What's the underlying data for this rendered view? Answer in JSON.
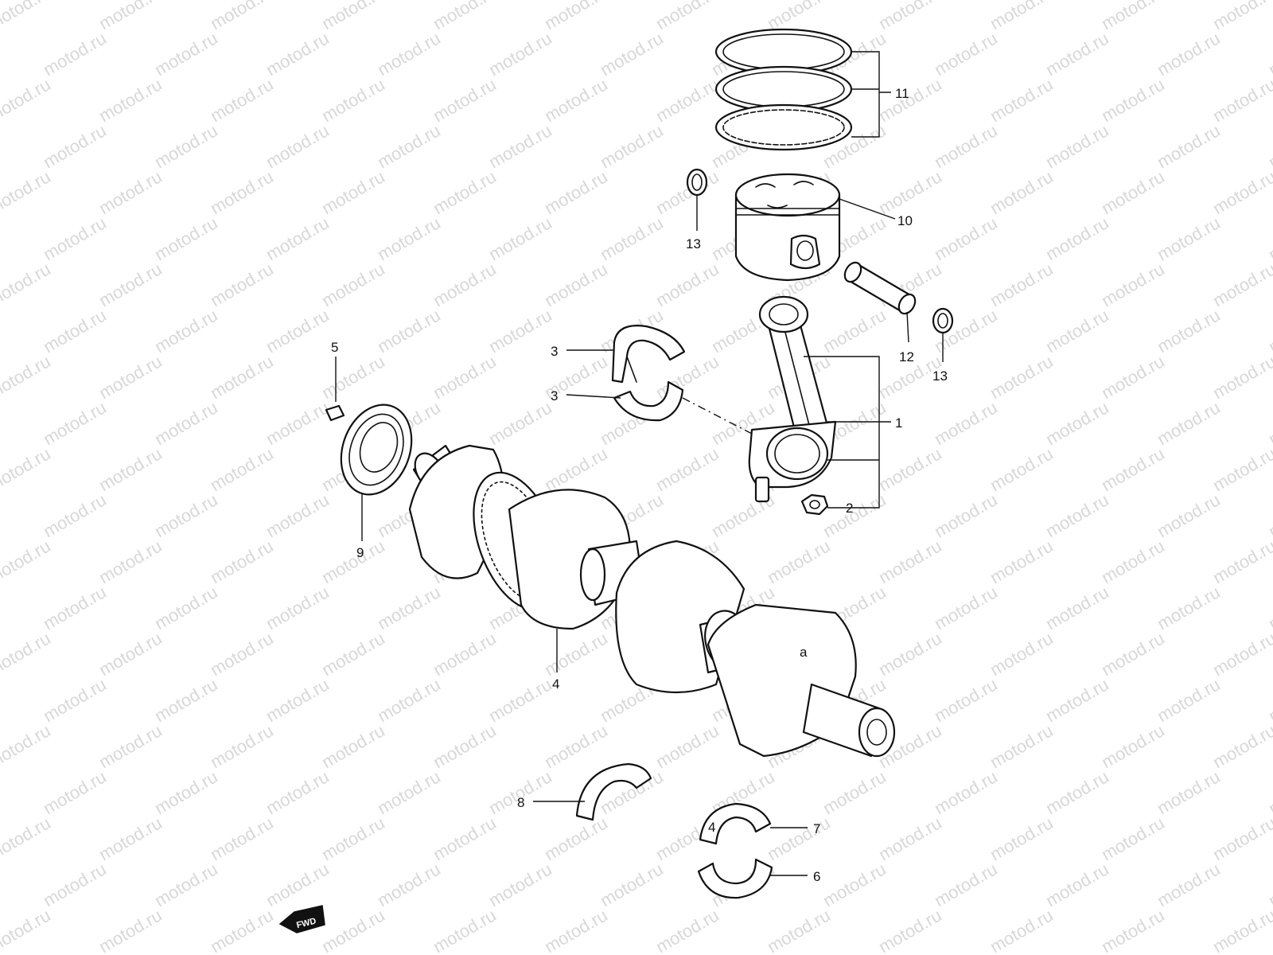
{
  "watermark": {
    "text": "motod.ru"
  },
  "fwd_label": "FWD",
  "callouts": [
    {
      "id": "11",
      "text": "11"
    },
    {
      "id": "10",
      "text": "10"
    },
    {
      "id": "13a",
      "text": "13"
    },
    {
      "id": "12",
      "text": "12"
    },
    {
      "id": "13b",
      "text": "13"
    },
    {
      "id": "5",
      "text": "5"
    },
    {
      "id": "3a",
      "text": "3"
    },
    {
      "id": "3b",
      "text": "3"
    },
    {
      "id": "1",
      "text": "1"
    },
    {
      "id": "2",
      "text": "2"
    },
    {
      "id": "9",
      "text": "9"
    },
    {
      "id": "4",
      "text": "4"
    },
    {
      "id": "8",
      "text": "8"
    },
    {
      "id": "7",
      "text": "7"
    },
    {
      "id": "6",
      "text": "6"
    }
  ]
}
